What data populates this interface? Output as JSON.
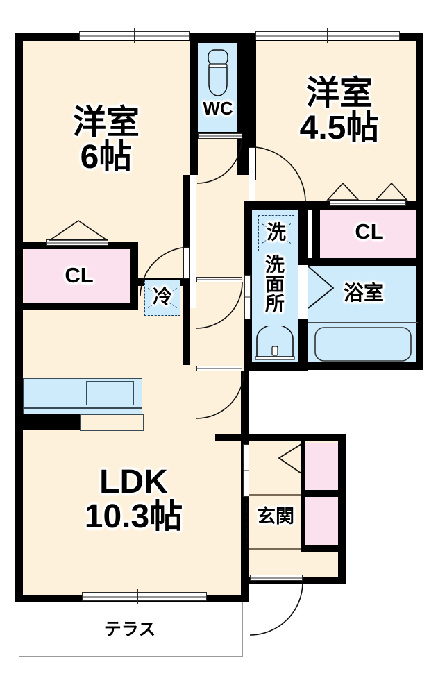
{
  "plan": {
    "type": "japanese-floor-plan",
    "title_absent": true,
    "colors": {
      "floor": "#fdf1dc",
      "wall": "#000000",
      "wet_area": "#cdebfb",
      "closet": "#fbe0ee",
      "outline_gray": "#9a9a9a"
    },
    "rooms": [
      {
        "id": "washitsu6",
        "name": "洋室",
        "size": "6帖",
        "label_lines": [
          "洋室",
          "6帖"
        ]
      },
      {
        "id": "washitsu45",
        "name": "洋室",
        "size": "4.5帖",
        "label_lines": [
          "洋室",
          "4.5帖"
        ]
      },
      {
        "id": "ldk",
        "name": "LDK",
        "size": "10.3帖",
        "label_lines": [
          "LDK",
          "10.3帖"
        ]
      },
      {
        "id": "wc",
        "name": "WC",
        "size": "",
        "label_lines": [
          "WC"
        ]
      },
      {
        "id": "bath",
        "name": "浴室",
        "size": "",
        "label_lines": [
          "浴室"
        ]
      },
      {
        "id": "washroom",
        "name": "洗面所",
        "size": "",
        "label_lines": [
          "洗面所"
        ]
      },
      {
        "id": "genkan",
        "name": "玄関",
        "size": "",
        "label_lines": [
          "玄関"
        ]
      },
      {
        "id": "terrace",
        "name": "テラス",
        "size": "",
        "label_lines": [
          "テラス"
        ]
      }
    ],
    "closets": [
      {
        "id": "cl-left",
        "label": "CL"
      },
      {
        "id": "cl-right",
        "label": "CL"
      },
      {
        "id": "cl-genkan-upper",
        "label": ""
      },
      {
        "id": "cl-genkan-lower",
        "label": ""
      }
    ],
    "appliances": [
      {
        "id": "washer-space",
        "label": "洗"
      },
      {
        "id": "fridge-space",
        "label": "冷"
      }
    ],
    "fixtures": [
      {
        "id": "toilet",
        "label": ""
      },
      {
        "id": "bathtub",
        "label": ""
      },
      {
        "id": "vanity",
        "label": ""
      },
      {
        "id": "kitchen-counter",
        "label": ""
      }
    ],
    "labels": {
      "washitsu6_line1": "洋室",
      "washitsu6_line2": "6帖",
      "washitsu45_line1": "洋室",
      "washitsu45_line2": "4.5帖",
      "ldk_line1": "LDK",
      "ldk_line2": "10.3帖",
      "wc": "WC",
      "bath": "浴室",
      "washroom": "洗面所",
      "washer": "洗",
      "fridge": "冷",
      "genkan": "玄関",
      "terrace": "テラス",
      "cl_left": "CL",
      "cl_right": "CL"
    }
  }
}
